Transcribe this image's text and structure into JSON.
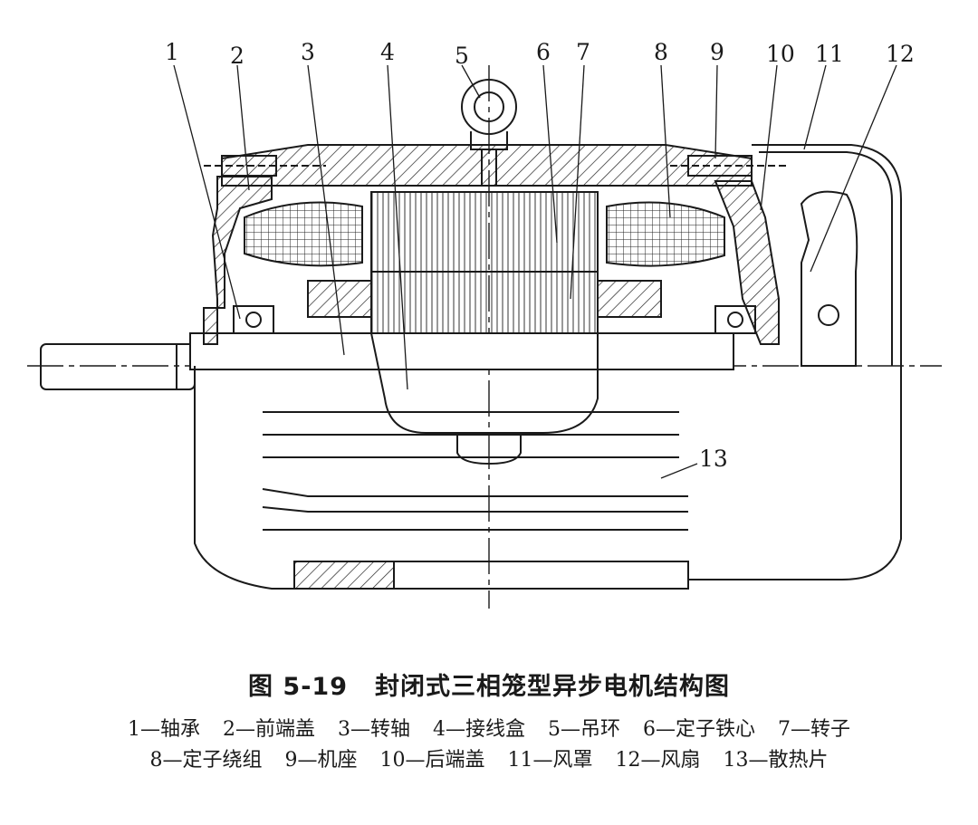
{
  "figure": {
    "number": "图 5-19",
    "title": "封闭式三相笼型异步电机结构图"
  },
  "callouts": [
    "1",
    "2",
    "3",
    "4",
    "5",
    "6",
    "7",
    "8",
    "9",
    "10",
    "11",
    "12",
    "13"
  ],
  "legend": {
    "line1": [
      "1—轴承",
      "2—前端盖",
      "3—转轴",
      "4—接线盒",
      "5—吊环",
      "6—定子铁心",
      "7—转子"
    ],
    "line2": [
      "8—定子绕组",
      "9—机座",
      "10—后端盖",
      "11—风罩",
      "12—风扇",
      "13—散热片"
    ]
  }
}
